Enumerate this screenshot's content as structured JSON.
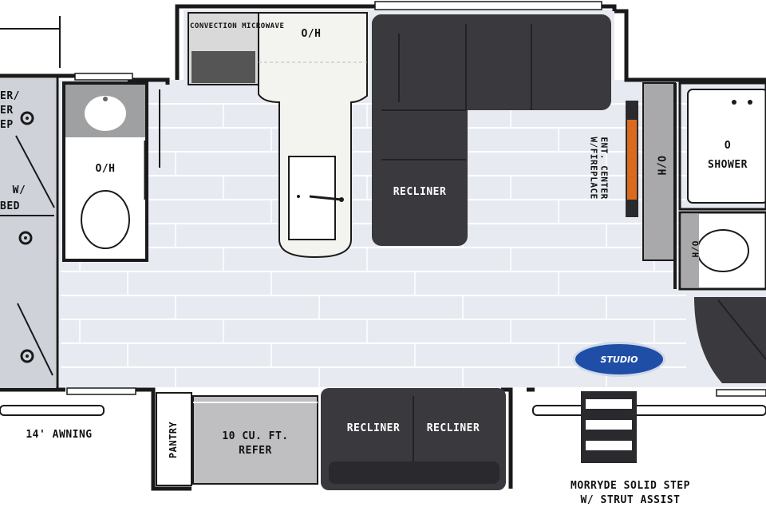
{
  "labels": {
    "convection_microwave": "CONVECTION MICROWAVE",
    "overhead_kitchen": "O/H",
    "overhead_bath": "O/H",
    "overhead_rear_bath": "O/H",
    "overhead_toilet": "O/H",
    "recliner_sofa": "RECLINER",
    "recliner_left": "RECLINER",
    "recliner_right": "RECLINER",
    "ent_center": "ENT. CENTER W/FIREPLACE",
    "shower": "SHOWER",
    "shower_symbol": "O",
    "bed_fragment_1": "ER/",
    "bed_fragment_2": "ER",
    "bed_fragment_3": "EP",
    "bed_fragment_4": "W/",
    "bed_fragment_5": "BED",
    "awning": "14' AWNING",
    "pantry": "PANTRY",
    "refer_line1": "10 CU. FT.",
    "refer_line2": "REFER",
    "step_line1": "MORRYDE SOLID STEP",
    "step_line2": "W/ STRUT ASSIST",
    "logo": "STUDIO"
  },
  "colors": {
    "floor": "#e7ebf1",
    "plank_line": "#ffffff",
    "wall": "#1a1a1a",
    "furniture_dark": "#3a3a3e",
    "furniture_darker": "#2a2a2e",
    "counter": "#f3f3f0",
    "fixture_gray": "#a9a9ab",
    "fixture_white": "#ffffff",
    "refer": "#bfbfc1",
    "fireplace": "#d96a1e",
    "logo_blue": "#1f4ea6"
  }
}
